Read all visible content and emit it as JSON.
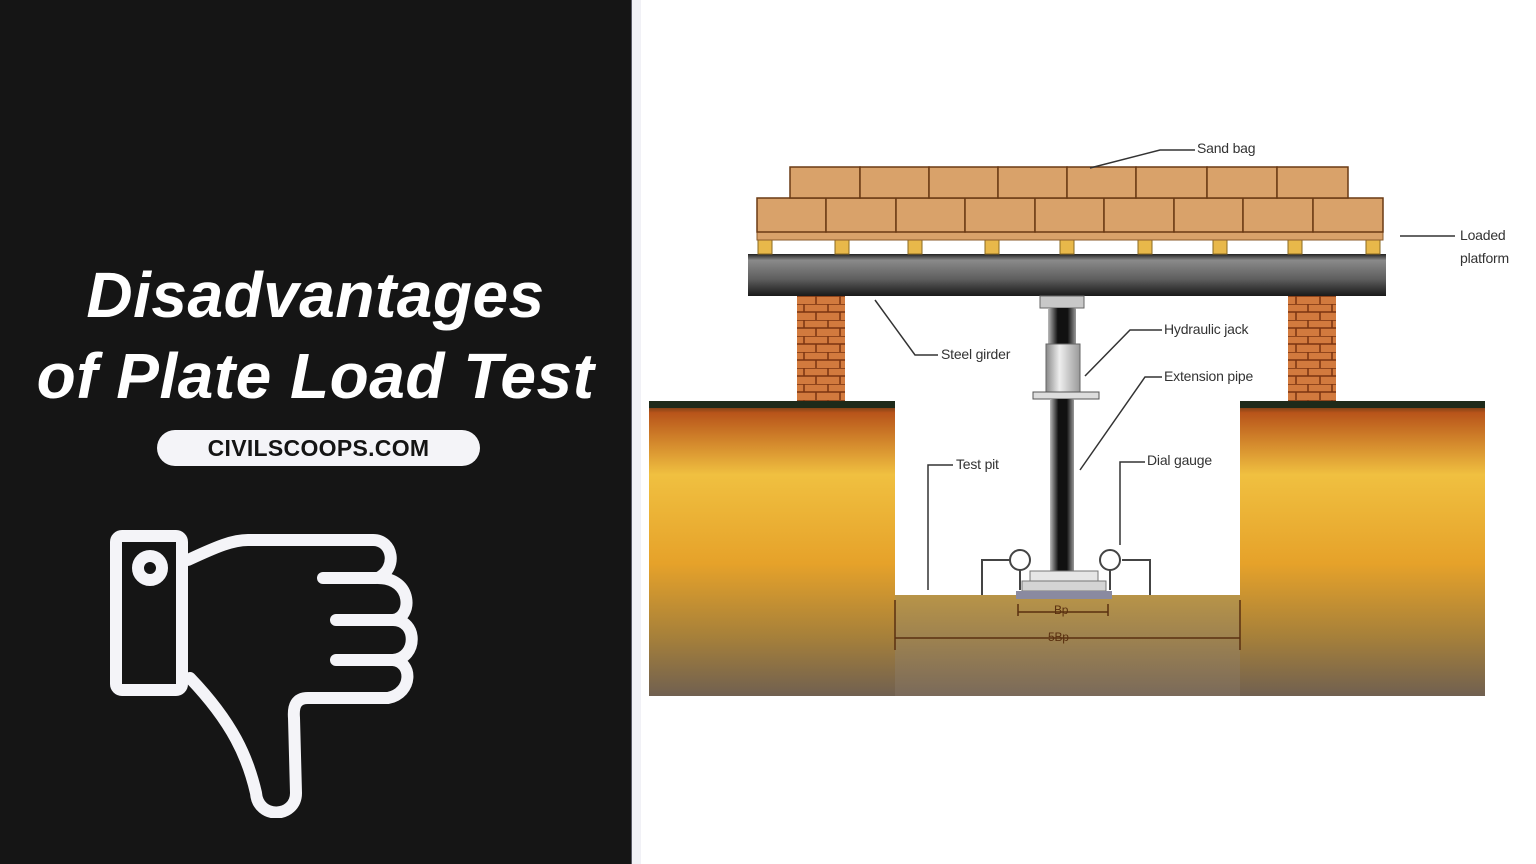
{
  "banner": {
    "title_line1": "Disadvantages",
    "title_line2": "of Plate Load Test",
    "site": "CIVILSCOOPS.COM",
    "icon": "thumbs-down-icon",
    "colors": {
      "left_background": "#151515",
      "title_text": "#ffffff",
      "badge_background": "#f4f4f8",
      "badge_text": "#141414",
      "right_background": "#ffffff"
    }
  },
  "diagram": {
    "subject": "Plate load test setup",
    "labels": {
      "sand_bag": "Sand bag",
      "loaded_platform_l1": "Loaded",
      "loaded_platform_l2": "platform",
      "steel_girder": "Steel girder",
      "hydraulic_jack": "Hydraulic jack",
      "extension_pipe": "Extension pipe",
      "test_pit": "Test pit",
      "dial_gauge": "Dial gauge",
      "plate_width": "Bp",
      "pit_width": "5Bp"
    },
    "colors": {
      "sand_bag": "#d9a26a",
      "brick": "#c8693a",
      "girder": "#6e6e6e",
      "soil_top": "#e07a1a",
      "soil_mid": "#f0b43a",
      "soil_bottom": "#7a6a5a"
    }
  }
}
